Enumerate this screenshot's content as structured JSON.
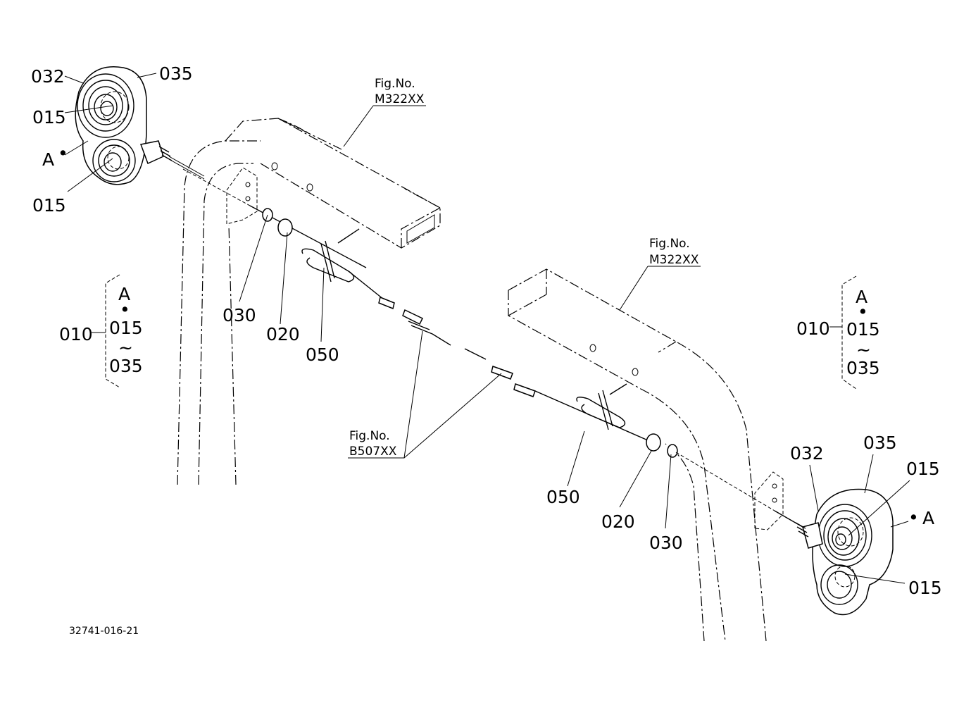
{
  "labels": {
    "l_032": "032",
    "l_035": "035",
    "l_015a": "015",
    "l_A_left": "A",
    "l_015b": "015",
    "l_030_left": "030",
    "l_020_left": "020",
    "l_050_left": "050",
    "l_010_left": "010",
    "l_A_set_left": "A",
    "l_015_set_left": "015",
    "l_035_set_left": "035",
    "l_032_right": "032",
    "l_035_right": "035",
    "l_015_right_a": "015",
    "l_A_right": "A",
    "l_015_right_b": "015",
    "l_030_right": "030",
    "l_020_right": "020",
    "l_050_right": "050",
    "l_010_right": "010",
    "l_A_set_right": "A",
    "l_015_set_right": "015",
    "l_035_set_right": "035"
  },
  "fig_refs": {
    "fig_left_title": "Fig.No.",
    "fig_left_code": "M322XX",
    "fig_mid_title": "Fig.No.",
    "fig_mid_code": "B507XX",
    "fig_right_title": "Fig.No.",
    "fig_right_code": "M322XX"
  },
  "symbols": {
    "dot": "•",
    "tilde": "~"
  },
  "diagram_code": "32741-016-21"
}
